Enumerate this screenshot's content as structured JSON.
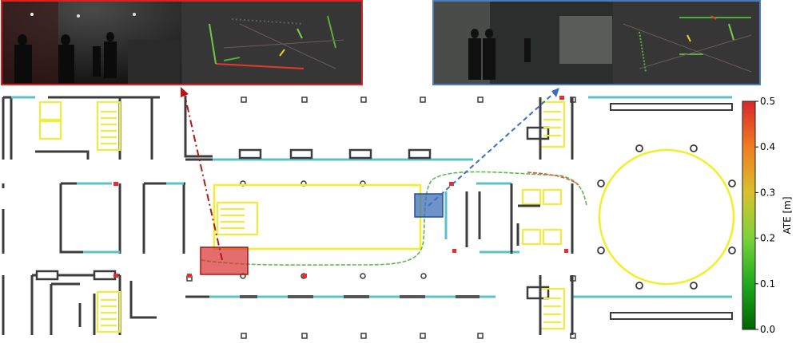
{
  "colorbar": {
    "label": "ATE [m]",
    "ticks": [
      "0.0",
      "0.1",
      "0.2",
      "0.3",
      "0.4",
      "0.5"
    ],
    "range": [
      0.0,
      0.5
    ],
    "colors": [
      "#006400",
      "#1faa1f",
      "#7cd23c",
      "#d8c12c",
      "#f07d20",
      "#d9262b"
    ]
  },
  "insets": {
    "left": {
      "border_color": "#e02020",
      "panels": [
        "camera-image",
        "lidar-scan"
      ]
    },
    "right": {
      "border_color": "#4a7ac0",
      "panels": [
        "camera-image",
        "lidar-scan"
      ]
    }
  },
  "highlight_boxes": {
    "left": {
      "fill": "#d93030",
      "stroke": "#a01818"
    },
    "right": {
      "fill": "#3f6fb5",
      "stroke": "#24508f"
    }
  },
  "map_colors": {
    "wall": "#3c3c3c",
    "window": "#5cc0c8",
    "stairs": "#f2ee2a",
    "trajectory_low_error": "#5fb84a",
    "trajectory_high_error": "#e05a3a",
    "left_pointer": "#b01818",
    "right_pointer": "#3a6fc0"
  }
}
